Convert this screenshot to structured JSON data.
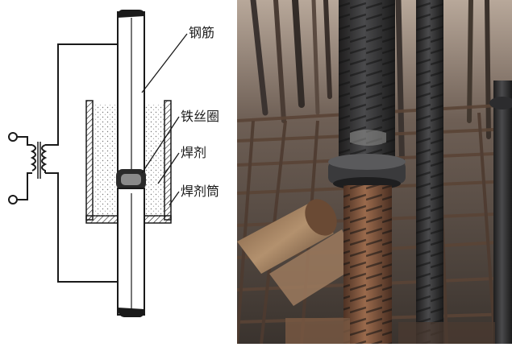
{
  "labels": {
    "rebar": "钢筋",
    "wire_ring": "铁丝圈",
    "flux": "焊剂",
    "flux_cylinder": "焊剂筒"
  },
  "colors": {
    "line": "#1a1a1a",
    "flux_dots": "#777777",
    "photo_rust": "#8a5a3c",
    "photo_dark": "#2d2c2b",
    "photo_slag": "#3a3a3c"
  },
  "icons": {
    "transformer": "transformer-coil-icon",
    "terminal": "terminal-circle-icon"
  }
}
